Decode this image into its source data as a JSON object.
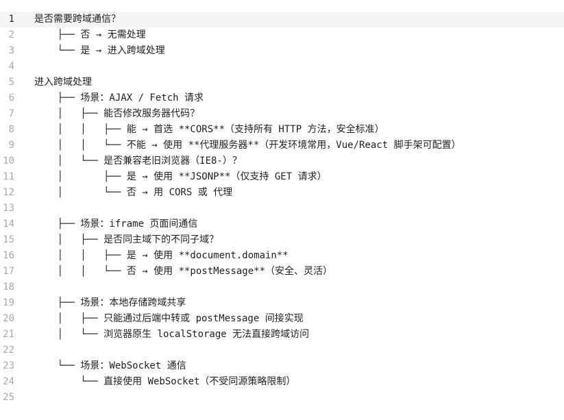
{
  "editor": {
    "active_line": 1,
    "lines": [
      {
        "num": "1",
        "text": "是否需要跨域通信？"
      },
      {
        "num": "2",
        "text": "    ├── 否 → 无需处理"
      },
      {
        "num": "3",
        "text": "    └── 是 → 进入跨域处理"
      },
      {
        "num": "4",
        "text": ""
      },
      {
        "num": "5",
        "text": "进入跨域处理"
      },
      {
        "num": "6",
        "text": "    ├── 场景：AJAX / Fetch 请求"
      },
      {
        "num": "7",
        "text": "    │   ├── 能否修改服务器代码？"
      },
      {
        "num": "8",
        "text": "    │   │   ├── 能 → 首选 **CORS**（支持所有 HTTP 方法，安全标准）"
      },
      {
        "num": "9",
        "text": "    │   │   └── 不能 → 使用 **代理服务器**（开发环境常用，Vue/React 脚手架可配置）"
      },
      {
        "num": "10",
        "text": "    │   └── 是否兼容老旧浏览器（IE8-）？"
      },
      {
        "num": "11",
        "text": "    │       ├── 是 → 使用 **JSONP**（仅支持 GET 请求）"
      },
      {
        "num": "12",
        "text": "    │       └── 否 → 用 CORS 或 代理"
      },
      {
        "num": "13",
        "text": ""
      },
      {
        "num": "14",
        "text": "    ├── 场景：iframe 页面间通信"
      },
      {
        "num": "15",
        "text": "    │   ├── 是否同主域下的不同子域？"
      },
      {
        "num": "16",
        "text": "    │   │   ├── 是 → 使用 **document.domain**"
      },
      {
        "num": "17",
        "text": "    │   │   └── 否 → 使用 **postMessage**（安全、灵活）"
      },
      {
        "num": "18",
        "text": ""
      },
      {
        "num": "19",
        "text": "    ├── 场景：本地存储跨域共享"
      },
      {
        "num": "20",
        "text": "    │   ├── 只能通过后端中转或 postMessage 间接实现"
      },
      {
        "num": "21",
        "text": "    │   └── 浏览器原生 localStorage 无法直接跨域访问"
      },
      {
        "num": "22",
        "text": ""
      },
      {
        "num": "23",
        "text": "    └── 场景：WebSocket 通信"
      },
      {
        "num": "24",
        "text": "        └── 直接使用 WebSocket（不受同源策略限制）"
      },
      {
        "num": "25",
        "text": ""
      }
    ]
  }
}
